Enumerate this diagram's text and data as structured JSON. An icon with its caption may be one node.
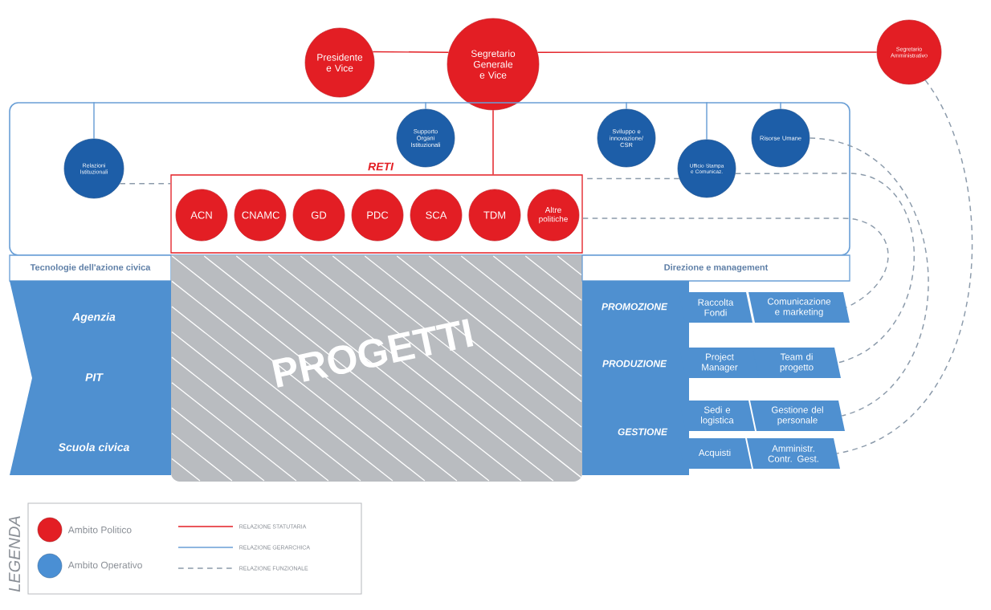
{
  "diagram": {
    "nodes": [
      {
        "text": [
          "Presidente e Vice"
        ]
      },
      {
        "text": [
          "Segretario Generale e Vice"
        ]
      },
      {
        "text": [
          "Segretario Amministrativo"
        ]
      },
      {
        "text": [],
        "shape": "box"
      },
      {
        "text": [
          "Relazioni Istituzionali"
        ],
        "in": 3
      },
      {
        "text": [
          "Supporto Organi Istituzionali"
        ],
        "in": 3
      },
      {
        "text": [
          "Sviluppo e innovazione/ CSR"
        ],
        "in": 3
      },
      {
        "text": [
          "Ufficio Stampa e Comunicaz."
        ],
        "in": 3
      },
      {
        "text": [
          "Risorse Umane"
        ],
        "in": 3
      },
      {
        "text": [
          "RETI"
        ],
        "in": 3
      },
      {
        "text": [
          "ACN"
        ],
        "in": 9
      },
      {
        "text": [
          "CNAMC"
        ],
        "in": 9
      },
      {
        "text": [
          "GD"
        ],
        "in": 9
      },
      {
        "text": [
          "PDC"
        ],
        "in": 9
      },
      {
        "text": [
          "SCA"
        ],
        "in": 9
      },
      {
        "text": [
          "TDM"
        ],
        "in": 9
      },
      {
        "text": [
          "Altre politiche"
        ],
        "in": 9
      },
      {
        "text": [
          "Tecnologie dell'azione civica"
        ]
      },
      {
        "text": [
          "Agenzia",
          "PIT",
          "Scuola civica"
        ]
      },
      {
        "text": [
          "PROGETTI"
        ]
      },
      {
        "text": [
          "Direzione e management"
        ]
      },
      {
        "text": [
          "PROMOZIONE",
          "PRODUZIONE",
          "GESTIONE"
        ]
      },
      {
        "text": [
          "Raccolta Fondi"
        ]
      },
      {
        "text": [
          "Comunicazione e marketing"
        ]
      },
      {
        "text": [
          "Project Manager"
        ]
      },
      {
        "text": [
          "Team di progetto"
        ]
      },
      {
        "text": [
          "Sedi e logistica"
        ]
      },
      {
        "text": [
          "Gestione del personale"
        ]
      },
      {
        "text": [
          "Acquisti"
        ]
      },
      {
        "text": [
          "Amministr. Contr. Gest."
        ]
      }
    ],
    "edges": [
      {
        "from": 0,
        "to": 1,
        "arrow": "none",
        "color": "#e31e24"
      },
      {
        "from": 1,
        "to": 2,
        "arrow": "none",
        "color": "#e31e24"
      },
      {
        "from": 1,
        "to": 9,
        "arrow": "none",
        "color": "#e31e24"
      },
      {
        "from": 3,
        "to": 4,
        "arrow": "none"
      },
      {
        "from": 3,
        "to": 5,
        "arrow": "none"
      },
      {
        "from": 3,
        "to": 6,
        "arrow": "none"
      },
      {
        "from": 3,
        "to": 7,
        "arrow": "none"
      },
      {
        "from": 3,
        "to": 8,
        "arrow": "none"
      },
      {
        "from": 4,
        "to": 9,
        "arrow": "none",
        "style": "dashed",
        "color": "#8c9bab"
      },
      {
        "from": 7,
        "to": 9,
        "arrow": "none",
        "style": "dashed",
        "color": "#8c9bab"
      },
      {
        "from": 9,
        "to": 23,
        "arrow": "none",
        "style": "dashed",
        "color": "#8c9bab"
      },
      {
        "from": 7,
        "to": 25,
        "arrow": "none",
        "style": "dashed",
        "color": "#8c9bab"
      },
      {
        "from": 8,
        "to": 27,
        "arrow": "none",
        "style": "dashed",
        "color": "#8c9bab"
      },
      {
        "from": 2,
        "to": 29,
        "arrow": "none",
        "style": "dashed",
        "color": "#8c9bab"
      }
    ],
    "labels": [
      "LEGENDA"
    ],
    "legend": [
      {
        "text": "Ambito Politico",
        "color": "#e31e24"
      },
      {
        "text": "Ambito Operativo",
        "color": "#4a8fd4"
      },
      {
        "text": "RELAZIONE STATUTARIA"
      },
      {
        "text": "RELAZIONE GERARCHICA"
      },
      {
        "text": "RELAZIONE FUNZIONALE"
      }
    ]
  }
}
